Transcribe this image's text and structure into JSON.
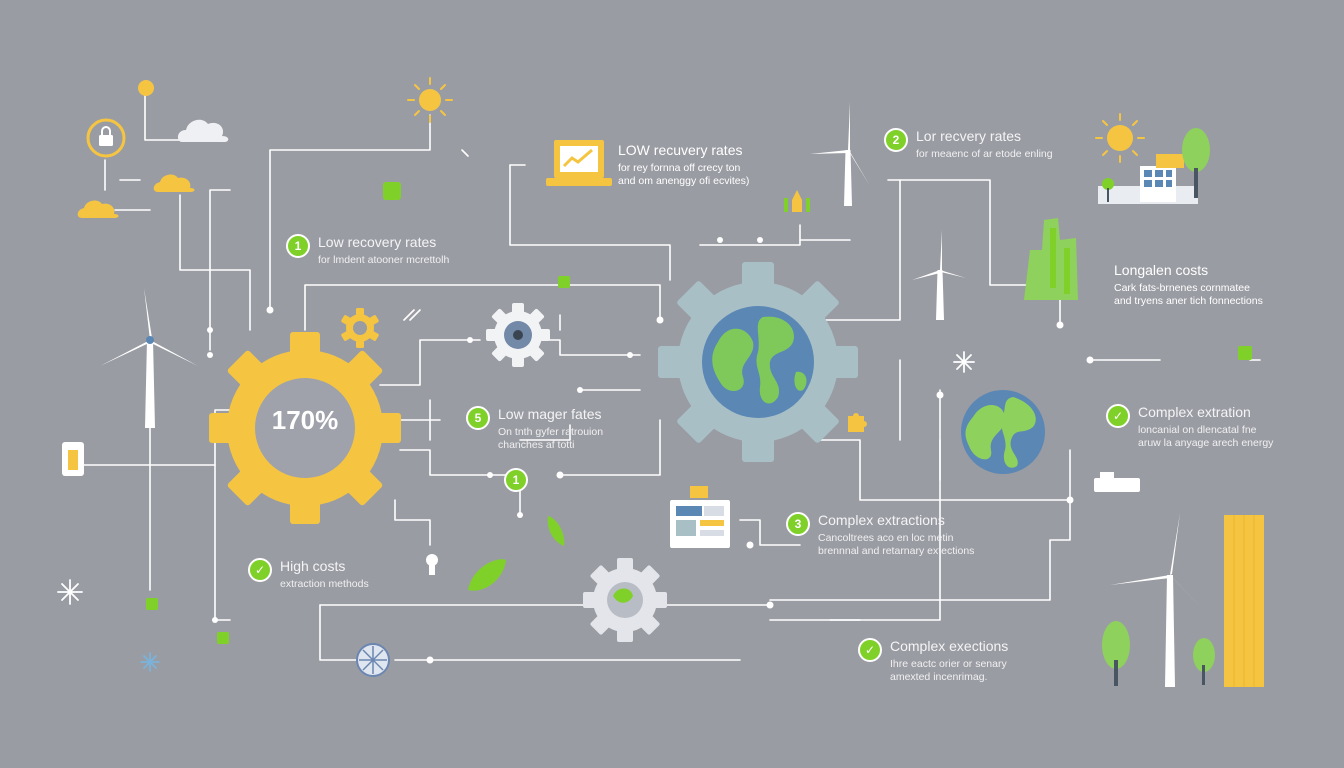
{
  "central_gear": {
    "percent": "170%"
  },
  "callouts": [
    {
      "id": "c1",
      "number": "1",
      "title": "Low recovery rates",
      "lines": [
        "for lmdent atooner mcrettolh"
      ]
    },
    {
      "id": "c2",
      "number": "5",
      "title": "Low mager fates",
      "lines": [
        "On tnth  gyfer ratrouion",
        "chanches af totti"
      ]
    },
    {
      "id": "c3",
      "number": "3",
      "title": "Complex extractions",
      "lines": [
        "Cancoltrees aco en loc metin",
        "brennnal and retarnary extections"
      ]
    },
    {
      "id": "c4",
      "number": "2",
      "title": "Lor recvery rates",
      "lines": [
        "for meaenc of ar etode enling"
      ]
    },
    {
      "id": "c5",
      "number": "✓",
      "title": "High costs",
      "lines": [
        "extraction methods"
      ]
    },
    {
      "id": "c6",
      "number": "✓",
      "title": "Complex extration",
      "lines": [
        "loncanial on dlencatal fne",
        "aruw la anyage arech energy"
      ]
    },
    {
      "id": "c7",
      "number": "✓",
      "title": "Complex exections",
      "lines": [
        "Ihre eactc orier or senary",
        "amexted incenrimag."
      ]
    },
    {
      "id": "c8",
      "number": "1",
      "title": "",
      "lines": []
    }
  ],
  "laptop_note": {
    "title": "LOW recuvery rates",
    "lines": [
      "for rey fornna off crecy ton",
      "and om anenggy ofi ecvites)"
    ]
  },
  "right_note": {
    "title": "Longalen costs",
    "lines": [
      "Cark fats-brnenes cornmatee",
      "and tryens aner tich fonnections"
    ]
  },
  "colors": {
    "background": "#9a9ca3",
    "accent_green": "#7fd12a",
    "gear_yellow": "#f5c542",
    "gear_blue_gray": "#a9bfc6",
    "globe_blue": "#5b87b5",
    "line_white": "#ffffff"
  }
}
